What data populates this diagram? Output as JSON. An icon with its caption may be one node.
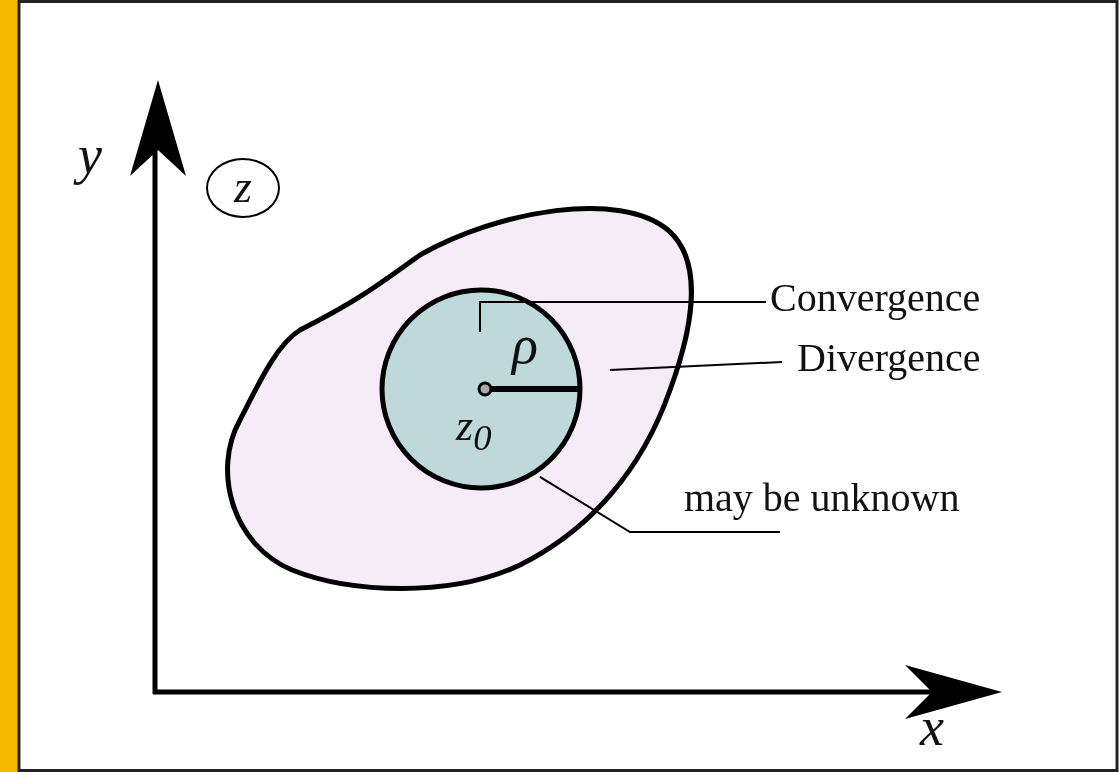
{
  "diagram": {
    "nodes": [
      {
        "text": [],
        "shape": "blob"
      },
      {
        "text": [],
        "shape": "circle",
        "in": 0
      },
      {
        "text": [
          "Convergence"
        ]
      },
      {
        "text": [
          "Divergence"
        ]
      },
      {
        "text": [
          "may be unknown"
        ]
      }
    ],
    "edges": [
      {
        "from": 2,
        "to": 1,
        "arrow": "none"
      },
      {
        "from": 3,
        "to": 0,
        "arrow": "none"
      },
      {
        "from": 4,
        "to": 1,
        "arrow": "none"
      }
    ],
    "labels": [
      "y",
      "z",
      "ρ",
      "z$_{0}$",
      "x"
    ]
  }
}
